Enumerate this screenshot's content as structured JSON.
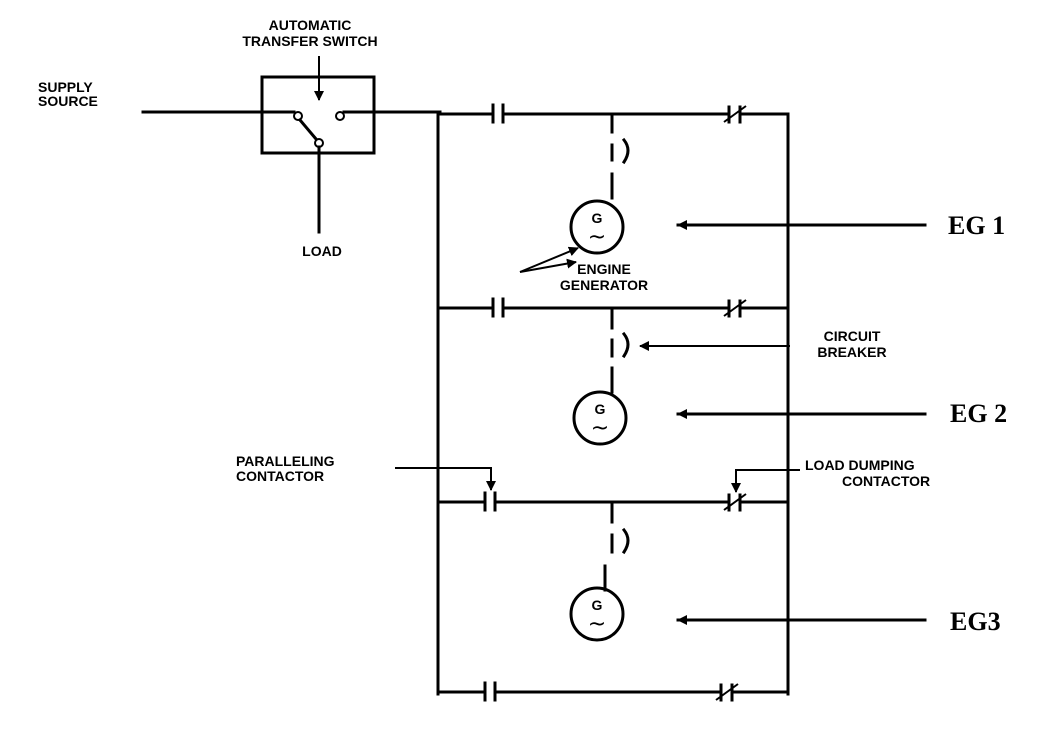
{
  "labels": {
    "automatic_transfer_switch": [
      "AUTOMATIC",
      "TRANSFER SWITCH"
    ],
    "supply_source": [
      "SUPPLY",
      "SOURCE"
    ],
    "load": "LOAD",
    "engine_generator": [
      "ENGINE",
      "GENERATOR"
    ],
    "circuit_breaker": [
      "CIRCUIT",
      "BREAKER"
    ],
    "paralleling_contactor": [
      "PARALLELING",
      "CONTACTOR"
    ],
    "load_dumping_contactor": [
      "LOAD DUMPING",
      "CONTACTOR"
    ]
  },
  "generators": [
    {
      "id": "EG 1",
      "symbol": "G",
      "wave": "~"
    },
    {
      "id": "EG 2",
      "symbol": "G",
      "wave": "~"
    },
    {
      "id": "EG3",
      "symbol": "G",
      "wave": "~"
    }
  ]
}
